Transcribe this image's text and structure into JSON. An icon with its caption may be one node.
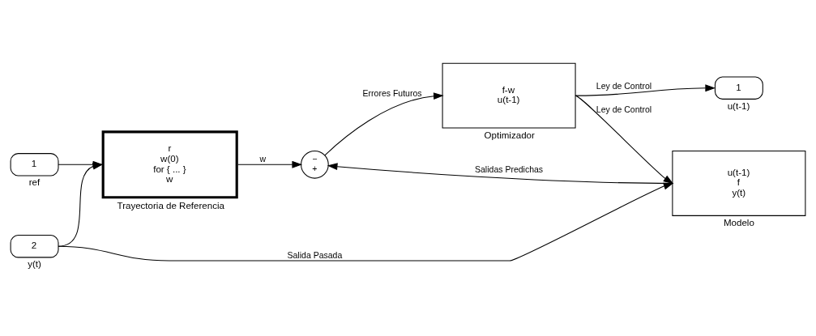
{
  "diagram": {
    "nodes": [
      {
        "text": [
          "1"
        ],
        "beside": [
          "ref"
        ]
      },
      {
        "text": [
          "r",
          "w(0)",
          "for { ... }",
          "w"
        ],
        "beside": [
          "Trayectoria de Referencia"
        ]
      },
      {
        "text": [
          "−",
          "+"
        ]
      },
      {
        "text": [
          "f-w",
          "u(t-1)"
        ],
        "beside": [
          "Optimizador"
        ]
      },
      {
        "text": [
          "1"
        ],
        "beside": [
          "u(t-1)"
        ]
      },
      {
        "text": [
          "u(t-1)",
          "f",
          "y(t)"
        ],
        "beside": [
          "Modelo"
        ]
      },
      {
        "text": [
          "2"
        ],
        "beside": [
          "y(t)"
        ]
      }
    ],
    "edges": [
      {
        "from": 0,
        "to": 1,
        "arrow": "to"
      },
      {
        "from": 1,
        "to": 2,
        "label": "w",
        "arrow": "to"
      },
      {
        "from": 2,
        "to": 3,
        "label": "Errores Futuros",
        "arrow": "to"
      },
      {
        "from": 3,
        "to": 4,
        "label": "Ley de Control",
        "arrow": "to"
      },
      {
        "from": 3,
        "to": 5,
        "label": "Ley de Control",
        "arrow": "to"
      },
      {
        "from": 5,
        "to": 2,
        "label": "Salidas Predichas",
        "arrow": "to"
      },
      {
        "from": 6,
        "to": 5,
        "label": "Salida Pasada",
        "arrow": "to"
      },
      {
        "from": 6,
        "to": 1,
        "arrow": "to"
      }
    ]
  }
}
